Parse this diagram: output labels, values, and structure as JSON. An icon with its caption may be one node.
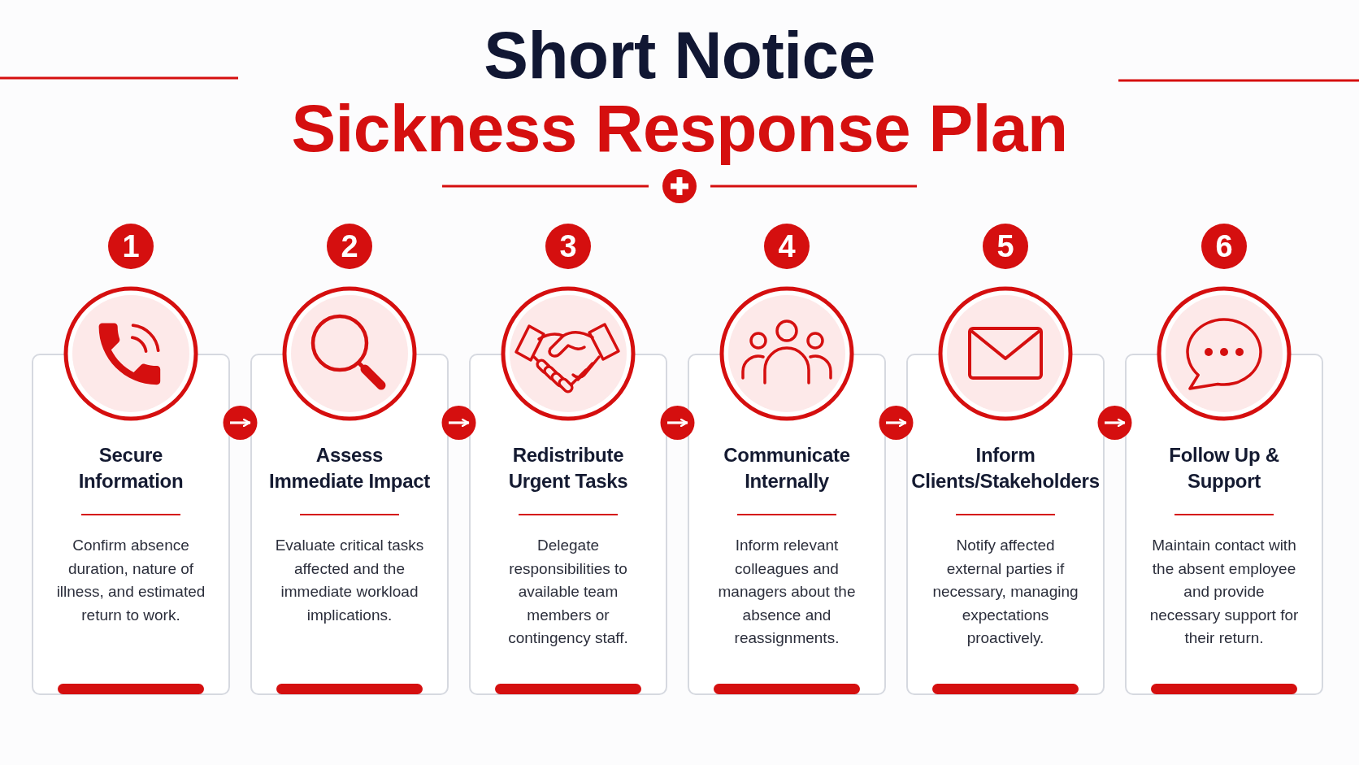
{
  "diagram": {
    "title": "Short Notice",
    "nodes": [
      {
        "text": [
          "1"
        ]
      },
      {
        "text": [
          "2"
        ]
      },
      {
        "text": [
          "3"
        ]
      },
      {
        "text": [
          "4"
        ]
      },
      {
        "text": [
          "5"
        ]
      },
      {
        "text": [
          "6"
        ]
      },
      {
        "text": [
          "Secure Information",
          "Confirm absence duration, nature of illness, and estimated return to work."
        ]
      },
      {
        "text": [
          "Assess Immediate Impact",
          "Evaluate critical tasks affected and the immediate workload implications."
        ]
      },
      {
        "text": [
          "Redistribute Urgent Tasks",
          "Delegate responsibilities to available team members or contingency staff."
        ]
      },
      {
        "text": [
          "Communicate Internally",
          "Inform relevant colleagues and managers about the absence and reassignments."
        ]
      },
      {
        "text": [
          "Inform Clients/Stakeholders",
          "Notify affected external parties if necessary, managing expectations proactively."
        ]
      },
      {
        "text": [
          "Follow Up & Support",
          "Maintain contact with the absent employee and provide necessary support for their return."
        ]
      }
    ],
    "edges": [
      {
        "from": 6,
        "to": 7,
        "arrow": "to"
      },
      {
        "from": 7,
        "to": 8,
        "arrow": "to"
      },
      {
        "from": 8,
        "to": 9,
        "arrow": "to"
      },
      {
        "from": 9,
        "to": 10,
        "arrow": "to"
      },
      {
        "from": 10,
        "to": 11,
        "arrow": "to"
      }
    ],
    "labels": [
      "Sickness Response Plan"
    ]
  }
}
